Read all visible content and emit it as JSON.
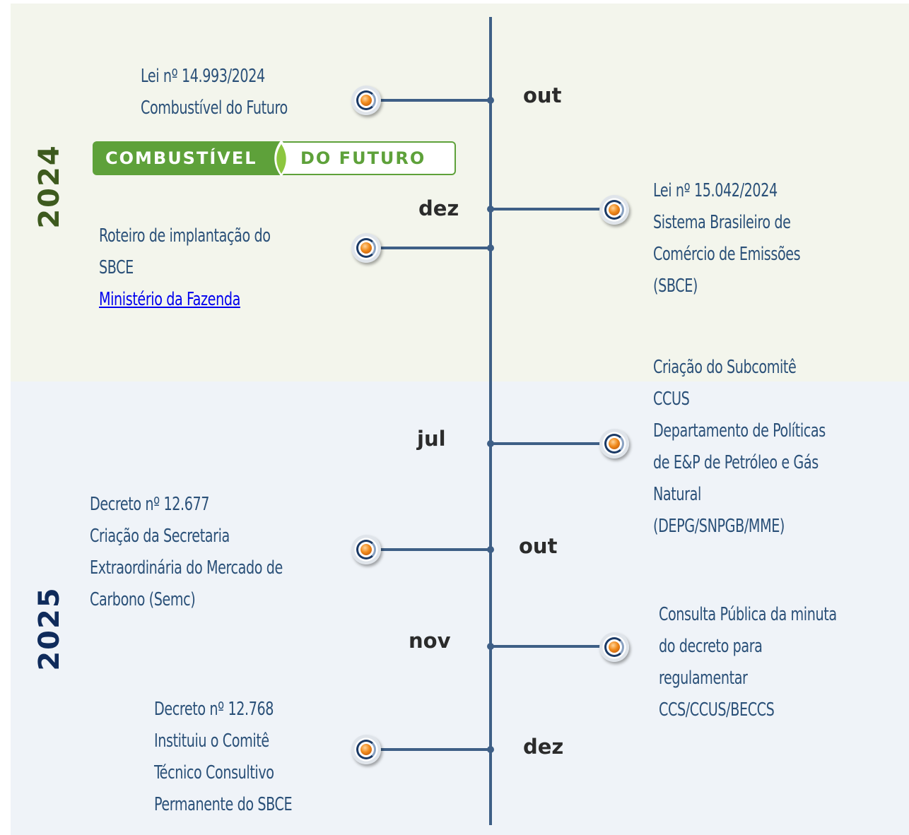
{
  "years": {
    "y2024": "2024",
    "y2025": "2025"
  },
  "colors": {
    "axis": "#3e5f86",
    "text": "#2a5078",
    "year2024": "#3d5a1e",
    "year2025": "#0f2b5b",
    "logoGreen": "#5ea13a"
  },
  "logo": {
    "left": "COMBUSTÍVEL",
    "right": "DO FUTURO"
  },
  "months": {
    "m1": "out",
    "m2": "dez",
    "m3": "jul",
    "m4": "out",
    "m5": "nov",
    "m6": "dez"
  },
  "events": {
    "e1": {
      "l1": "Lei nº 14.993/2024",
      "l2": "Combustível do Futuro"
    },
    "e2": {
      "l1": "Lei nº 15.042/2024",
      "l2": "Sistema Brasileiro de",
      "l3": "Comércio de Emissões",
      "l4": "(SBCE)"
    },
    "e3": {
      "l1": "Roteiro de implantação do",
      "l2": "SBCE",
      "link": "Ministério da Fazenda"
    },
    "e4": {
      "l1": "Criação do Subcomitê",
      "l2": "CCUS",
      "l3": "Departamento de Políticas",
      "l4": "de E&P de Petróleo e Gás",
      "l5": "Natural",
      "l6": "(DEPG/SNPGB/MME)"
    },
    "e5": {
      "l1": "Decreto nº 12.677",
      "l2": "Criação da Secretaria",
      "l3": "Extraordinária do Mercado de",
      "l4": "Carbono (Semc)"
    },
    "e6": {
      "l1": "Consulta Pública da minuta",
      "l2": "do decreto para",
      "l3": "regulamentar",
      "l4": "CCS/CCUS/BECCS"
    },
    "e7": {
      "l1": "Decreto nº 12.768",
      "l2": "Instituiu o Comitê",
      "l3": "Técnico Consultivo",
      "l4": "Permanente do SBCE"
    }
  }
}
